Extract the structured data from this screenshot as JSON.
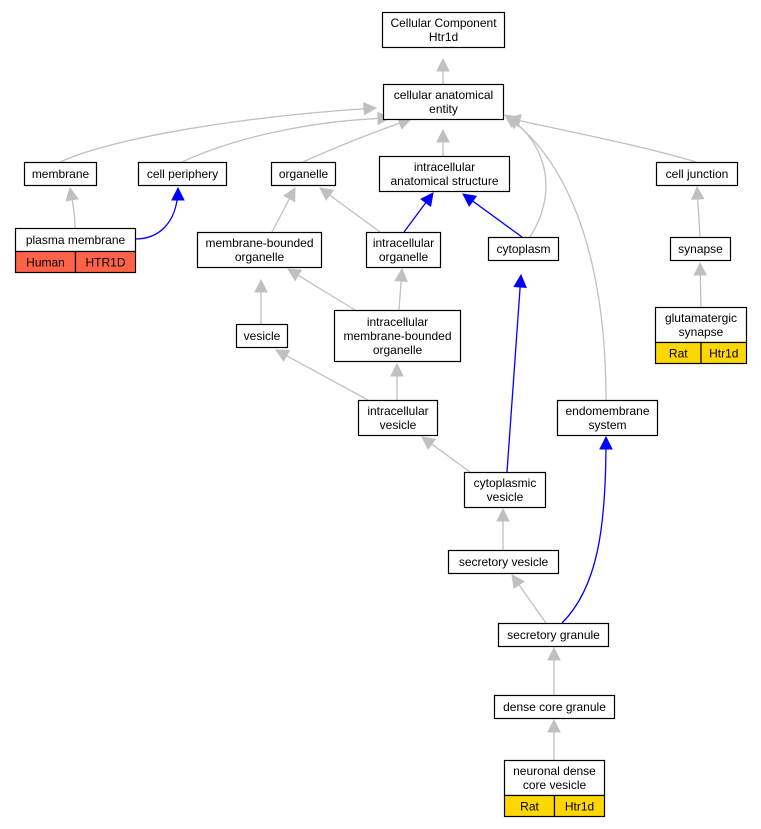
{
  "colors": {
    "is_a_edge": "#c0c0c0",
    "part_of_edge": "#0000ff",
    "human_annotation": "#ff6347",
    "rat_annotation": "#ffd700",
    "node_fill": "#ffffff",
    "node_border": "#000000"
  },
  "nodes": {
    "root": [
      "Cellular Component",
      "Htr1d"
    ],
    "cae": [
      "cellular anatomical",
      "entity"
    ],
    "membrane": [
      "membrane"
    ],
    "cellper": [
      "cell periphery"
    ],
    "organelle": [
      "organelle"
    ],
    "ias": [
      "intracellular",
      "anatomical structure"
    ],
    "celljunc": [
      "cell junction"
    ],
    "pm": [
      "plasma membrane"
    ],
    "mbo": [
      "membrane-bounded",
      "organelle"
    ],
    "io": [
      "intracellular",
      "organelle"
    ],
    "cytoplasm": [
      "cytoplasm"
    ],
    "synapse": [
      "synapse"
    ],
    "glut": [
      "glutamatergic",
      "synapse"
    ],
    "vesicle": [
      "vesicle"
    ],
    "imbo": [
      "intracellular",
      "membrane-bounded",
      "organelle"
    ],
    "iv": [
      "intracellular",
      "vesicle"
    ],
    "endo": [
      "endomembrane",
      "system"
    ],
    "cv": [
      "cytoplasmic",
      "vesicle"
    ],
    "sv": [
      "secretory vesicle"
    ],
    "sg": [
      "secretory granule"
    ],
    "dcg": [
      "dense core granule"
    ],
    "ndcv": [
      "neuronal dense",
      "core vesicle"
    ]
  },
  "annotations": {
    "pm": [
      {
        "species": "Human",
        "gene": "HTR1D"
      }
    ],
    "glut": [
      {
        "species": "Rat",
        "gene": "Htr1d"
      }
    ],
    "ndcv": [
      {
        "species": "Rat",
        "gene": "Htr1d"
      }
    ]
  }
}
